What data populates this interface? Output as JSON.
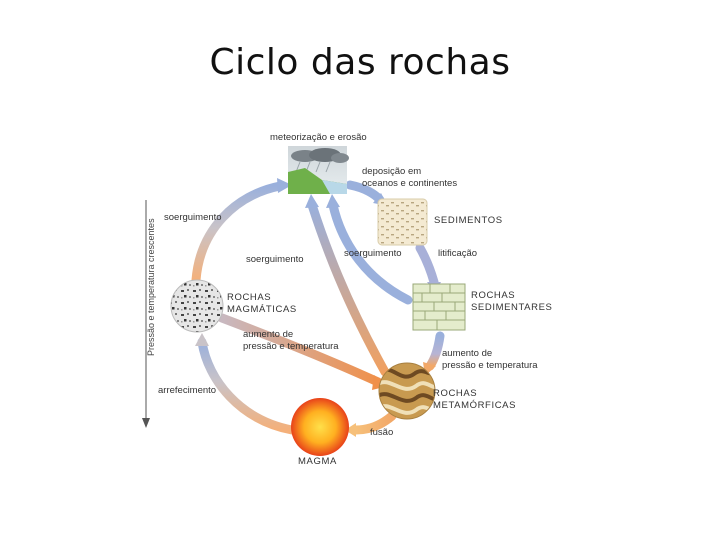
{
  "slide": {
    "title": "Ciclo das rochas"
  },
  "diagram": {
    "side_axis_label": "Pressão e temperatura crescentes",
    "nodes": {
      "weathering": "meteorização e erosão",
      "deposition": [
        "deposição em",
        "oceanos e continentes"
      ],
      "sediments": "SEDIMENTOS",
      "lithification": "litificação",
      "sedimentary": [
        "ROCHAS",
        "SEDIMENTARES"
      ],
      "pressure_temp_right": [
        "aumento de",
        "pressão e temperatura"
      ],
      "metamorphic": [
        "ROCHAS",
        "METAMÓRFICAS"
      ],
      "melting": "fusão",
      "magma": "MAGMA",
      "cooling": "arrefecimento",
      "igneous": [
        "ROCHAS",
        "MAGMÁTICAS"
      ],
      "pressure_temp_center": [
        "aumento de",
        "pressão e temperatura"
      ],
      "uplift_left": "soerguimento",
      "uplift_inner": "soerguimento",
      "uplift_center": "soerguimento"
    },
    "colors": {
      "arrow_cool": "#8fa8d8",
      "arrow_warm": "#f0a060",
      "magma_core": "#ffd23a",
      "magma_edge": "#e8421a"
    }
  }
}
